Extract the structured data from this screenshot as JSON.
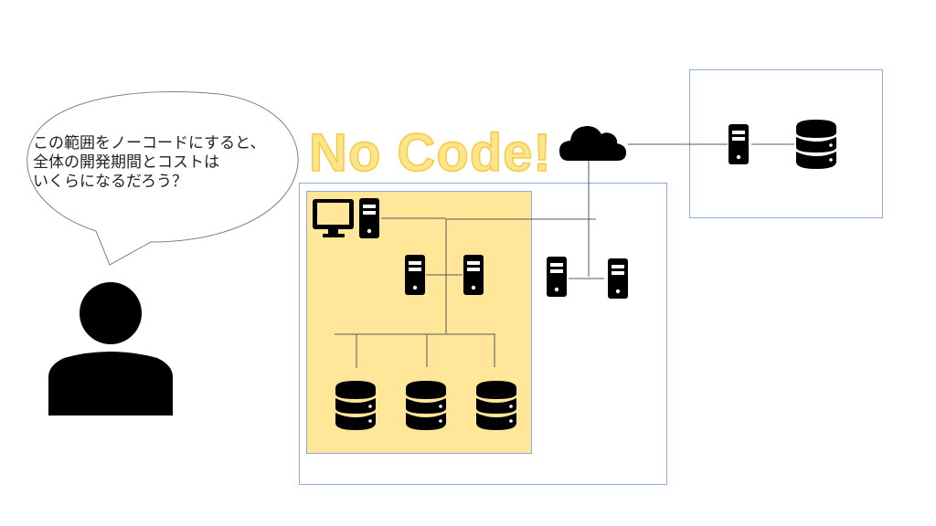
{
  "speech_bubble": {
    "lines": [
      "この範囲をノーコードにすると、",
      "全体の開発期間とコストは",
      "いくらになるだろう？"
    ]
  },
  "headline": "No Code!",
  "colors": {
    "nocode_area_fill": "#ffe699",
    "frame_border": "#8faadc",
    "icon_fill": "#000000",
    "headline_fill": "#ffe58a",
    "headline_stroke": "#f7c948",
    "line": "#595959"
  },
  "icons": {
    "person": "user-icon",
    "cloud": "cloud-icon",
    "monitor": "monitor-icon",
    "server": "server-icon",
    "database": "database-icon"
  }
}
